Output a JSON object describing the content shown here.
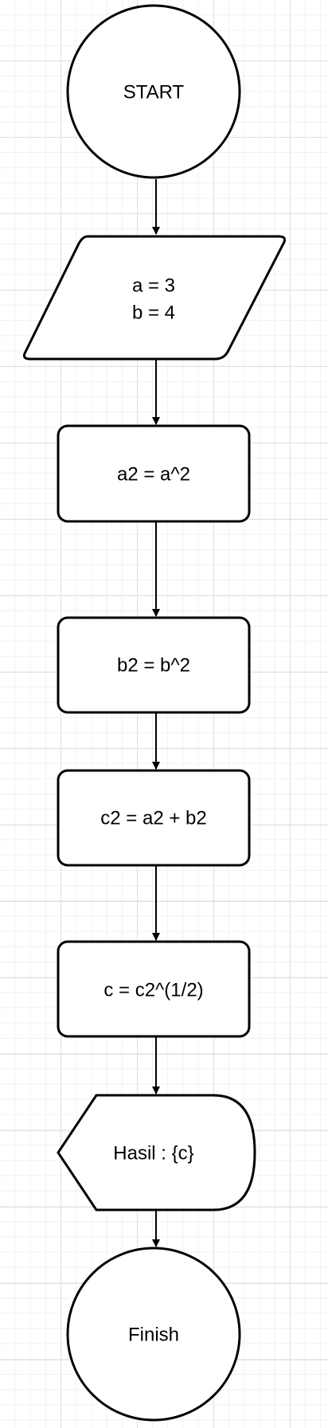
{
  "flowchart": {
    "start": {
      "label": "START"
    },
    "input": {
      "line1": "a = 3",
      "line2": "b = 4"
    },
    "step_a2": {
      "label": "a2 = a^2"
    },
    "step_b2": {
      "label": "b2 = b^2"
    },
    "step_c2": {
      "label": "c2 = a2 + b2"
    },
    "step_c": {
      "label": "c = c2^(1/2)"
    },
    "output": {
      "label": "Hasil : {c}"
    },
    "finish": {
      "label": "Finish"
    }
  },
  "colors": {
    "stroke": "#000000",
    "fill": "#ffffff",
    "grid_major": "#e0e0e0",
    "grid_minor": "#f1f1f1"
  }
}
